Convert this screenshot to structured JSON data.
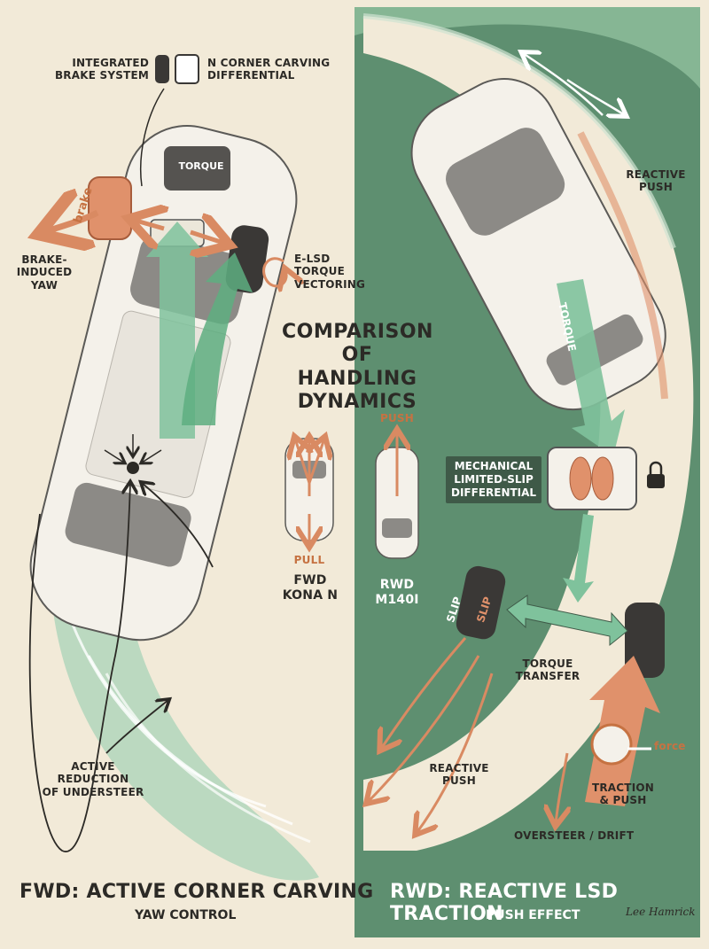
{
  "main_title": [
    "COMPARISON",
    "OF HANDLING",
    "DYNAMICS"
  ],
  "fwd": {
    "title": "FWD: ACTIVE CORNER CARVING",
    "subtitle": "YAW CONTROL",
    "labels": {
      "integrated_brake": [
        "INTEGRATED",
        "BRAKE SYSTEM"
      ],
      "carving_diff": [
        "N CORNER CARVING",
        "DIFFERENTIAL"
      ],
      "brake_tag": "brake",
      "torque_tag": "TORQUE",
      "brake_yaw": [
        "BRAKE-",
        "INDUCED",
        "YAW"
      ],
      "elsd": [
        "E-LSD",
        "TORQUE",
        "VECTORING"
      ],
      "understeer": [
        "ACTIVE",
        "REDUCTION",
        "OF UNDERSTEER"
      ]
    }
  },
  "center": {
    "push": "PUSH",
    "pull": "PULL",
    "fwd_car": [
      "FWD",
      "KONA N"
    ],
    "rwd_car": [
      "RWD",
      "M140i"
    ]
  },
  "rwd": {
    "title": "RWD: REACTIVE LSD TRACTION",
    "subtitle": "PUSH EFFECT",
    "labels": {
      "reactive_push_top": [
        "REACTIVE",
        "PUSH"
      ],
      "torque_tag": "TORQUE",
      "mech_lsd": [
        "MECHANICAL",
        "LIMITED-SLIP",
        "DIFFERENTIAL"
      ],
      "slip_outer": "SLIP",
      "slip_inner": "SLIP",
      "torque_transfer": [
        "TORQUE",
        "TRANSFER"
      ],
      "reactive_push_bottom": [
        "REACTIVE",
        "PUSH"
      ],
      "force": "force",
      "traction_push": [
        "TRACTION",
        "& PUSH"
      ],
      "oversteer": "OVERSTEER / DRIFT"
    }
  },
  "signature": "Lee Hamrick",
  "colors": {
    "paper": "#f2ead8",
    "green_dark": "#5b8b6d",
    "green_light": "#a8d3b8",
    "orange": "#e0916b",
    "ink": "#2c2a26"
  }
}
